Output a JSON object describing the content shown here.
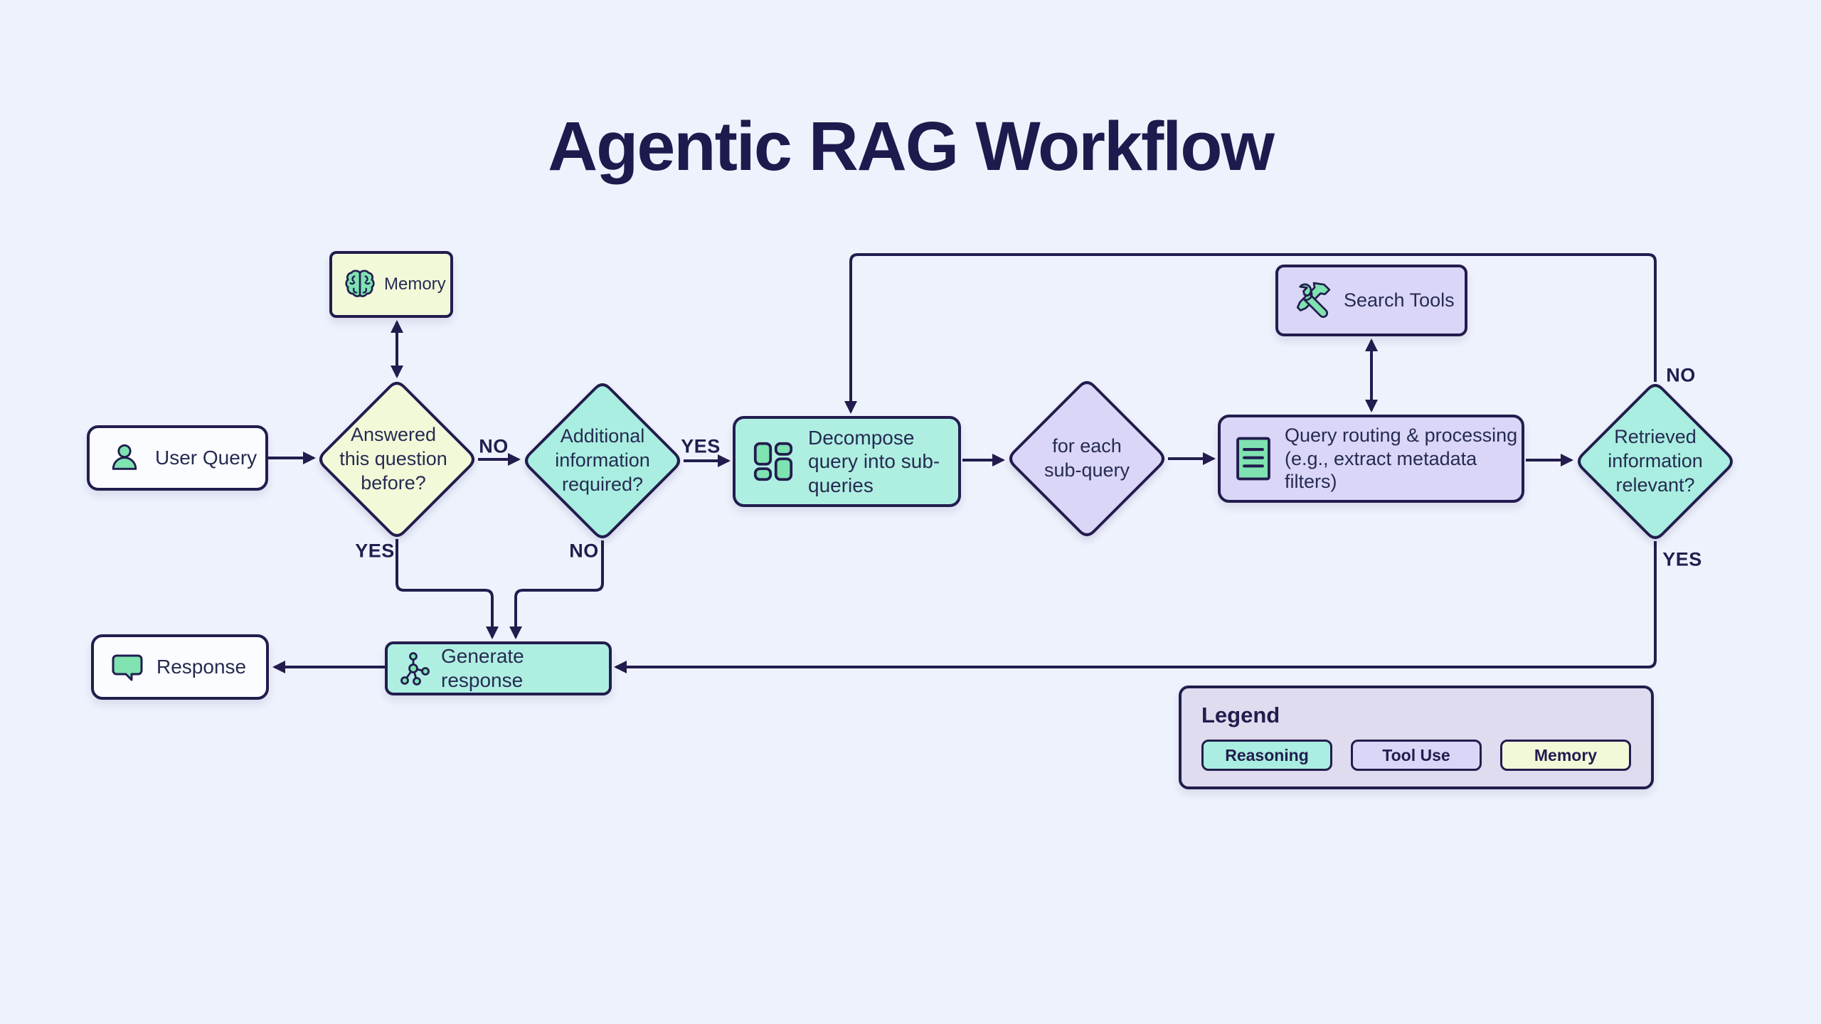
{
  "title": "Agentic RAG Workflow",
  "nodes": {
    "memory": {
      "label": "Memory",
      "type": "memory"
    },
    "user_query": {
      "label": "User Query",
      "type": "neutral"
    },
    "answered_before": {
      "label": "Answered this question before?",
      "type": "memory"
    },
    "additional_info": {
      "label": "Additional information required?",
      "type": "reasoning"
    },
    "decompose": {
      "label": "Decompose query into sub-queries",
      "type": "reasoning"
    },
    "for_each": {
      "label": "for each sub-query",
      "type": "tool_use"
    },
    "query_routing": {
      "label": "Query routing & processing (e.g., extract metadata filters)",
      "type": "tool_use"
    },
    "search_tools": {
      "label": "Search Tools",
      "type": "tool_use"
    },
    "retrieved_relevant": {
      "label": "Retrieved information relevant?",
      "type": "reasoning"
    },
    "generate_response": {
      "label": "Generate response",
      "type": "reasoning"
    },
    "response": {
      "label": "Response",
      "type": "neutral"
    }
  },
  "edge_labels": {
    "answered_no": "NO",
    "answered_yes": "YES",
    "additional_yes": "YES",
    "additional_no": "NO",
    "retrieved_no": "NO",
    "retrieved_yes": "YES"
  },
  "legend": {
    "title": "Legend",
    "items": [
      {
        "label": "Reasoning",
        "color": "#A9EEE0"
      },
      {
        "label": "Tool Use",
        "color": "#DAD6F7"
      },
      {
        "label": "Memory",
        "color": "#F2F9D9"
      }
    ]
  },
  "colors": {
    "background": "#EEF2FD",
    "line": "#221D4E",
    "reasoning_fill": "#A9EEE0",
    "tool_use_fill": "#DAD6F7",
    "memory_fill": "#F2F9D9",
    "neutral_fill": "#FBFCFF",
    "legend_fill": "#DEDCEE",
    "icon_green": "#7EE2B1",
    "title_text": "#1E1A4D"
  }
}
